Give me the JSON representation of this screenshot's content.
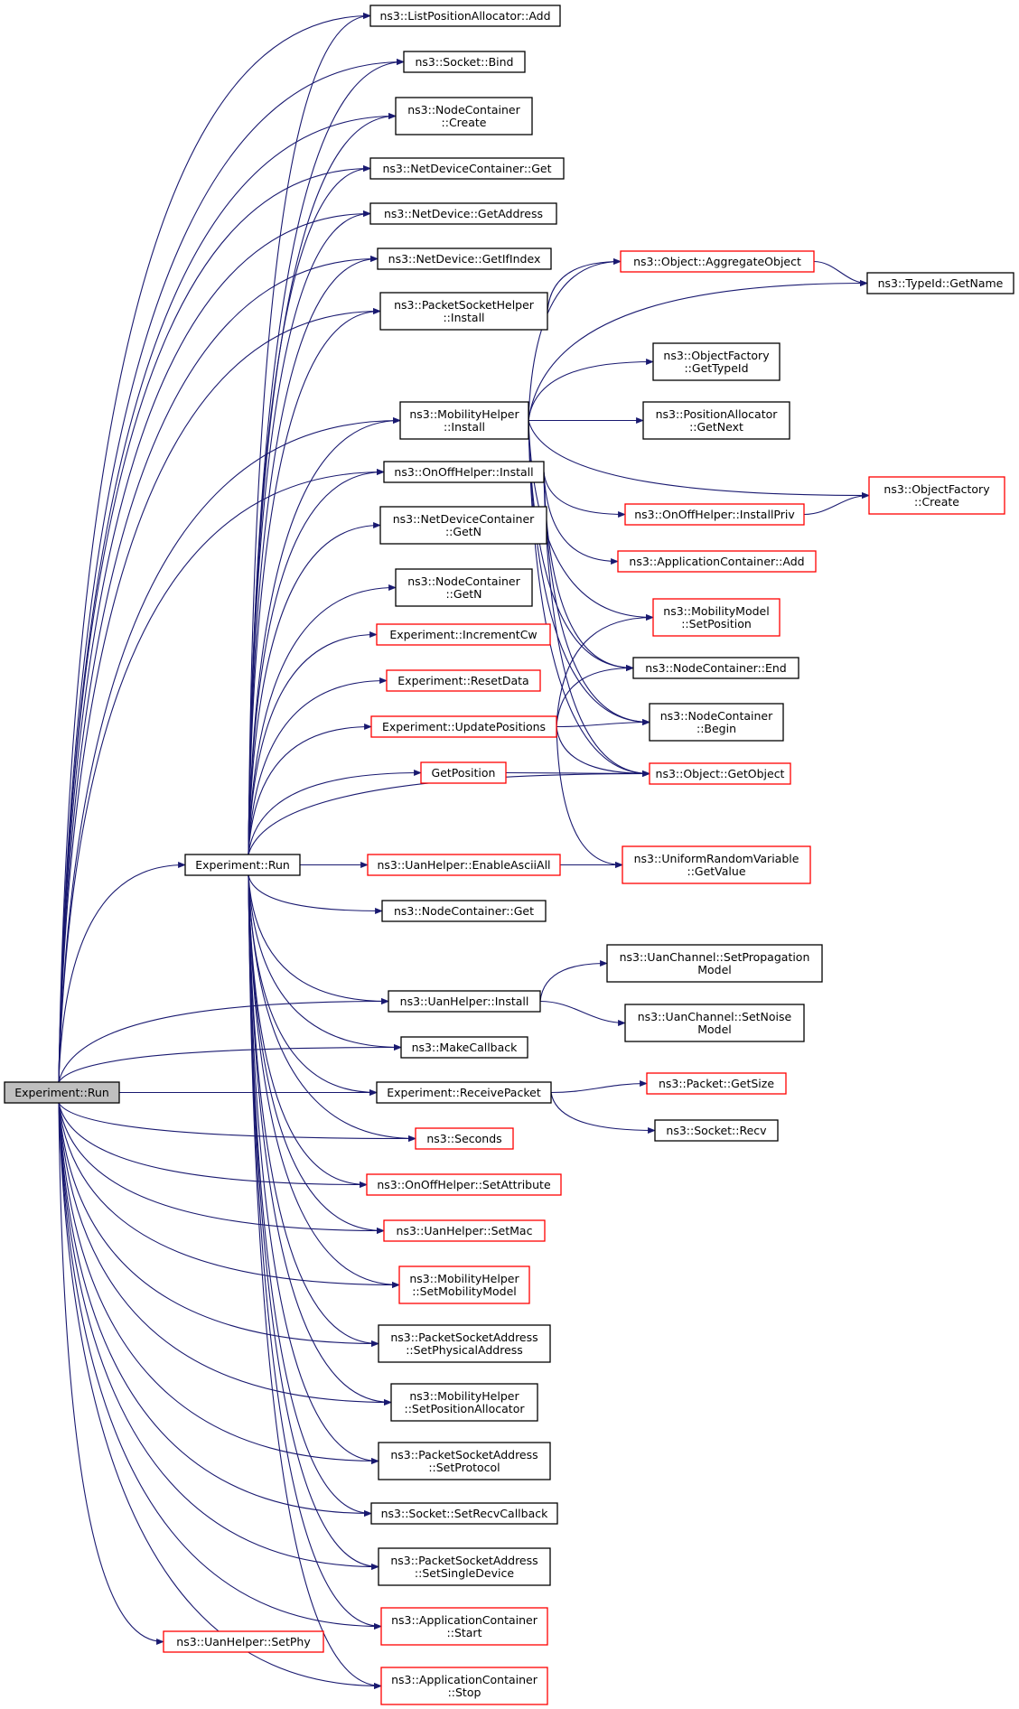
{
  "diagram": {
    "type": "call-graph",
    "edge_color": "#191970",
    "highlight_color": "#bfbfbf",
    "nodes": [
      {
        "id": "root",
        "lines": [
          "Experiment::Run"
        ],
        "border": "root"
      },
      {
        "id": "run2",
        "lines": [
          "Experiment::Run"
        ],
        "border": "black"
      },
      {
        "id": "lpa_add",
        "lines": [
          "ns3::ListPositionAllocator::Add"
        ],
        "border": "black"
      },
      {
        "id": "sock_bind",
        "lines": [
          "ns3::Socket::Bind"
        ],
        "border": "black"
      },
      {
        "id": "nc_create",
        "lines": [
          "ns3::NodeContainer",
          "::Create"
        ],
        "border": "black"
      },
      {
        "id": "ndc_get",
        "lines": [
          "ns3::NetDeviceContainer::Get"
        ],
        "border": "black"
      },
      {
        "id": "nd_getaddr",
        "lines": [
          "ns3::NetDevice::GetAddress"
        ],
        "border": "black"
      },
      {
        "id": "nd_getifindex",
        "lines": [
          "ns3::NetDevice::GetIfIndex"
        ],
        "border": "black"
      },
      {
        "id": "psh_install",
        "lines": [
          "ns3::PacketSocketHelper",
          "::Install"
        ],
        "border": "black"
      },
      {
        "id": "mh_install",
        "lines": [
          "ns3::MobilityHelper",
          "::Install"
        ],
        "border": "black"
      },
      {
        "id": "ooh_install",
        "lines": [
          "ns3::OnOffHelper::Install"
        ],
        "border": "black"
      },
      {
        "id": "ndc_getn",
        "lines": [
          "ns3::NetDeviceContainer",
          "::GetN"
        ],
        "border": "black"
      },
      {
        "id": "nc_getn",
        "lines": [
          "ns3::NodeContainer",
          "::GetN"
        ],
        "border": "black"
      },
      {
        "id": "inc_cw",
        "lines": [
          "Experiment::IncrementCw"
        ],
        "border": "red"
      },
      {
        "id": "reset_data",
        "lines": [
          "Experiment::ResetData"
        ],
        "border": "red"
      },
      {
        "id": "update_pos",
        "lines": [
          "Experiment::UpdatePositions"
        ],
        "border": "red"
      },
      {
        "id": "get_position",
        "lines": [
          "GetPosition"
        ],
        "border": "red"
      },
      {
        "id": "uan_ascii",
        "lines": [
          "ns3::UanHelper::EnableAsciiAll"
        ],
        "border": "red"
      },
      {
        "id": "nc_get",
        "lines": [
          "ns3::NodeContainer::Get"
        ],
        "border": "black"
      },
      {
        "id": "uan_install",
        "lines": [
          "ns3::UanHelper::Install"
        ],
        "border": "black"
      },
      {
        "id": "make_cb",
        "lines": [
          "ns3::MakeCallback"
        ],
        "border": "black"
      },
      {
        "id": "recv_packet",
        "lines": [
          "Experiment::ReceivePacket"
        ],
        "border": "black"
      },
      {
        "id": "seconds",
        "lines": [
          "ns3::Seconds"
        ],
        "border": "red"
      },
      {
        "id": "ooh_setattr",
        "lines": [
          "ns3::OnOffHelper::SetAttribute"
        ],
        "border": "red"
      },
      {
        "id": "uan_setmac",
        "lines": [
          "ns3::UanHelper::SetMac"
        ],
        "border": "red"
      },
      {
        "id": "mh_setmob",
        "lines": [
          "ns3::MobilityHelper",
          "::SetMobilityModel"
        ],
        "border": "red"
      },
      {
        "id": "psa_setphys",
        "lines": [
          "ns3::PacketSocketAddress",
          "::SetPhysicalAddress"
        ],
        "border": "black"
      },
      {
        "id": "mh_setposalloc",
        "lines": [
          "ns3::MobilityHelper",
          "::SetPositionAllocator"
        ],
        "border": "black"
      },
      {
        "id": "psa_setproto",
        "lines": [
          "ns3::PacketSocketAddress",
          "::SetProtocol"
        ],
        "border": "black"
      },
      {
        "id": "sock_setrecv",
        "lines": [
          "ns3::Socket::SetRecvCallback"
        ],
        "border": "black"
      },
      {
        "id": "psa_setsingle",
        "lines": [
          "ns3::PacketSocketAddress",
          "::SetSingleDevice"
        ],
        "border": "black"
      },
      {
        "id": "ac_start",
        "lines": [
          "ns3::ApplicationContainer",
          "::Start"
        ],
        "border": "red"
      },
      {
        "id": "uan_setphy",
        "lines": [
          "ns3::UanHelper::SetPhy"
        ],
        "border": "red"
      },
      {
        "id": "ac_stop",
        "lines": [
          "ns3::ApplicationContainer",
          "::Stop"
        ],
        "border": "red"
      },
      {
        "id": "obj_aggregate",
        "lines": [
          "ns3::Object::AggregateObject"
        ],
        "border": "red"
      },
      {
        "id": "typeid_getname",
        "lines": [
          "ns3::TypeId::GetName"
        ],
        "border": "black"
      },
      {
        "id": "of_gettypeid",
        "lines": [
          "ns3::ObjectFactory",
          "::GetTypeId"
        ],
        "border": "black"
      },
      {
        "id": "pa_getnext",
        "lines": [
          "ns3::PositionAllocator",
          "::GetNext"
        ],
        "border": "black"
      },
      {
        "id": "of_create",
        "lines": [
          "ns3::ObjectFactory",
          "::Create"
        ],
        "border": "red"
      },
      {
        "id": "ooh_installpriv",
        "lines": [
          "ns3::OnOffHelper::InstallPriv"
        ],
        "border": "red"
      },
      {
        "id": "ac_add",
        "lines": [
          "ns3::ApplicationContainer::Add"
        ],
        "border": "red"
      },
      {
        "id": "mm_setpos",
        "lines": [
          "ns3::MobilityModel",
          "::SetPosition"
        ],
        "border": "red"
      },
      {
        "id": "nc_end",
        "lines": [
          "ns3::NodeContainer::End"
        ],
        "border": "black"
      },
      {
        "id": "nc_begin",
        "lines": [
          "ns3::NodeContainer",
          "::Begin"
        ],
        "border": "black"
      },
      {
        "id": "obj_getobject",
        "lines": [
          "ns3::Object::GetObject"
        ],
        "border": "red"
      },
      {
        "id": "urv_getvalue",
        "lines": [
          "ns3::UniformRandomVariable",
          "::GetValue"
        ],
        "border": "red"
      },
      {
        "id": "uanch_setprop",
        "lines": [
          "ns3::UanChannel::SetPropagation",
          "Model"
        ],
        "border": "black"
      },
      {
        "id": "uanch_setnoise",
        "lines": [
          "ns3::UanChannel::SetNoise",
          "Model"
        ],
        "border": "black"
      },
      {
        "id": "pkt_getsize",
        "lines": [
          "ns3::Packet::GetSize"
        ],
        "border": "red"
      },
      {
        "id": "sock_recv",
        "lines": [
          "ns3::Socket::Recv"
        ],
        "border": "black"
      }
    ],
    "edges": [
      [
        "root",
        "lpa_add"
      ],
      [
        "root",
        "sock_bind"
      ],
      [
        "root",
        "nc_create"
      ],
      [
        "root",
        "ndc_get"
      ],
      [
        "root",
        "nd_getaddr"
      ],
      [
        "root",
        "nd_getifindex"
      ],
      [
        "root",
        "psh_install"
      ],
      [
        "root",
        "mh_install"
      ],
      [
        "root",
        "ooh_install"
      ],
      [
        "root",
        "run2"
      ],
      [
        "root",
        "uan_install"
      ],
      [
        "root",
        "make_cb"
      ],
      [
        "root",
        "recv_packet"
      ],
      [
        "root",
        "seconds"
      ],
      [
        "root",
        "ooh_setattr"
      ],
      [
        "root",
        "uan_setmac"
      ],
      [
        "root",
        "mh_setmob"
      ],
      [
        "root",
        "psa_setphys"
      ],
      [
        "root",
        "mh_setposalloc"
      ],
      [
        "root",
        "psa_setproto"
      ],
      [
        "root",
        "sock_setrecv"
      ],
      [
        "root",
        "psa_setsingle"
      ],
      [
        "root",
        "ac_start"
      ],
      [
        "root",
        "uan_setphy"
      ],
      [
        "root",
        "ac_stop"
      ],
      [
        "run2",
        "lpa_add"
      ],
      [
        "run2",
        "sock_bind"
      ],
      [
        "run2",
        "nc_create"
      ],
      [
        "run2",
        "ndc_get"
      ],
      [
        "run2",
        "nd_getaddr"
      ],
      [
        "run2",
        "nd_getifindex"
      ],
      [
        "run2",
        "psh_install"
      ],
      [
        "run2",
        "mh_install"
      ],
      [
        "run2",
        "ooh_install"
      ],
      [
        "run2",
        "ndc_getn"
      ],
      [
        "run2",
        "nc_getn"
      ],
      [
        "run2",
        "inc_cw"
      ],
      [
        "run2",
        "reset_data"
      ],
      [
        "run2",
        "update_pos"
      ],
      [
        "run2",
        "get_position"
      ],
      [
        "run2",
        "obj_getobject"
      ],
      [
        "run2",
        "uan_ascii"
      ],
      [
        "run2",
        "nc_get"
      ],
      [
        "run2",
        "urv_getvalue"
      ],
      [
        "run2",
        "uan_install"
      ],
      [
        "run2",
        "make_cb"
      ],
      [
        "run2",
        "recv_packet"
      ],
      [
        "run2",
        "seconds"
      ],
      [
        "run2",
        "ooh_setattr"
      ],
      [
        "run2",
        "uan_setmac"
      ],
      [
        "run2",
        "mh_setmob"
      ],
      [
        "run2",
        "psa_setphys"
      ],
      [
        "run2",
        "mh_setposalloc"
      ],
      [
        "run2",
        "psa_setproto"
      ],
      [
        "run2",
        "sock_setrecv"
      ],
      [
        "run2",
        "psa_setsingle"
      ],
      [
        "run2",
        "ac_start"
      ],
      [
        "run2",
        "ac_stop"
      ],
      [
        "psh_install",
        "obj_aggregate"
      ],
      [
        "obj_aggregate",
        "typeid_getname"
      ],
      [
        "mh_install",
        "obj_aggregate"
      ],
      [
        "mh_install",
        "typeid_getname"
      ],
      [
        "mh_install",
        "of_gettypeid"
      ],
      [
        "mh_install",
        "pa_getnext"
      ],
      [
        "mh_install",
        "of_create"
      ],
      [
        "mh_install",
        "mm_setpos"
      ],
      [
        "mh_install",
        "nc_end"
      ],
      [
        "mh_install",
        "nc_begin"
      ],
      [
        "mh_install",
        "obj_getobject"
      ],
      [
        "ooh_install",
        "ooh_installpriv"
      ],
      [
        "ooh_install",
        "ac_add"
      ],
      [
        "ooh_install",
        "nc_end"
      ],
      [
        "ooh_install",
        "nc_begin"
      ],
      [
        "ooh_install",
        "obj_getobject"
      ],
      [
        "ooh_installpriv",
        "of_create"
      ],
      [
        "update_pos",
        "mm_setpos"
      ],
      [
        "update_pos",
        "nc_end"
      ],
      [
        "update_pos",
        "nc_begin"
      ],
      [
        "update_pos",
        "obj_getobject"
      ],
      [
        "update_pos",
        "urv_getvalue"
      ],
      [
        "get_position",
        "obj_getobject"
      ],
      [
        "uan_install",
        "uanch_setprop"
      ],
      [
        "uan_install",
        "uanch_setnoise"
      ],
      [
        "recv_packet",
        "pkt_getsize"
      ],
      [
        "recv_packet",
        "sock_recv"
      ]
    ]
  }
}
